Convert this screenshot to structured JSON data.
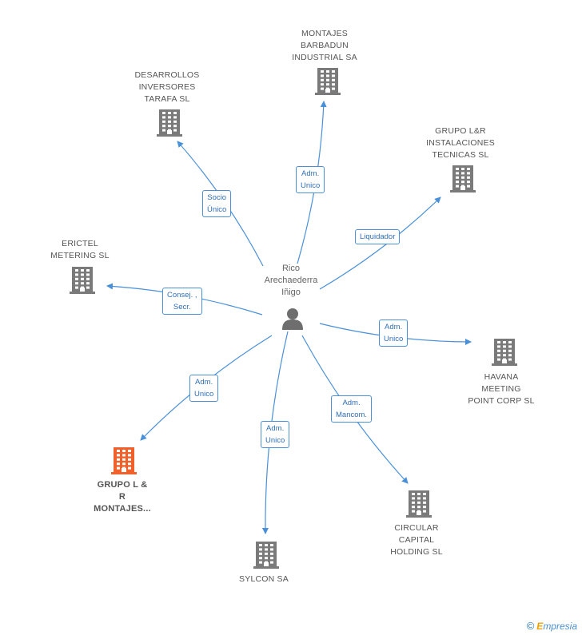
{
  "center": {
    "lines": [
      "Rico",
      "Arechaederra",
      "Iñigo"
    ],
    "icon": "person-icon"
  },
  "companies": [
    {
      "id": "montajes",
      "lines": [
        "MONTAJES",
        "BARBADUN",
        "INDUSTRIAL SA"
      ],
      "icon": "building-icon"
    },
    {
      "id": "desarrollos",
      "lines": [
        "DESARROLLOS",
        "INVERSORES",
        "TARAFA  SL"
      ],
      "icon": "building-icon"
    },
    {
      "id": "grupolr",
      "lines": [
        "GRUPO L&R",
        "INSTALACIONES",
        "TECNICAS SL"
      ],
      "icon": "building-icon"
    },
    {
      "id": "erictel",
      "lines": [
        "ERICTEL",
        "METERING SL"
      ],
      "icon": "building-icon"
    },
    {
      "id": "havana",
      "lines": [
        "HAVANA",
        "MEETING",
        "POINT CORP  SL"
      ],
      "icon": "building-icon"
    },
    {
      "id": "grupolrmontajes",
      "lines": [
        "GRUPO L &",
        "R",
        "MONTAJES..."
      ],
      "icon": "building-icon",
      "highlight": true
    },
    {
      "id": "circular",
      "lines": [
        "CIRCULAR",
        "CAPITAL",
        "HOLDING SL"
      ],
      "icon": "building-icon"
    },
    {
      "id": "sylcon",
      "lines": [
        "SYLCON SA"
      ],
      "icon": "building-icon"
    }
  ],
  "roles": [
    {
      "target": "montajes",
      "lines": [
        "Adm.",
        "Unico"
      ]
    },
    {
      "target": "desarrollos",
      "lines": [
        "Socio",
        "Único"
      ]
    },
    {
      "target": "grupolr",
      "lines": [
        "Liquidador"
      ]
    },
    {
      "target": "erictel",
      "lines": [
        "Consej. ,",
        "Secr."
      ]
    },
    {
      "target": "havana",
      "lines": [
        "Adm.",
        "Unico"
      ]
    },
    {
      "target": "grupolrmontajes",
      "lines": [
        "Adm.",
        "Unico"
      ]
    },
    {
      "target": "circular",
      "lines": [
        "Adm.",
        "Mancom."
      ]
    },
    {
      "target": "sylcon",
      "lines": [
        "Adm.",
        "Unico"
      ]
    }
  ],
  "colors": {
    "edge": "#4a90d9",
    "building": "#7a7a7a",
    "building_highlight": "#f0602a",
    "person": "#6e6e6e"
  },
  "footer": {
    "copyright": "©",
    "brand_initial": "E",
    "brand_rest": "mpresia"
  }
}
